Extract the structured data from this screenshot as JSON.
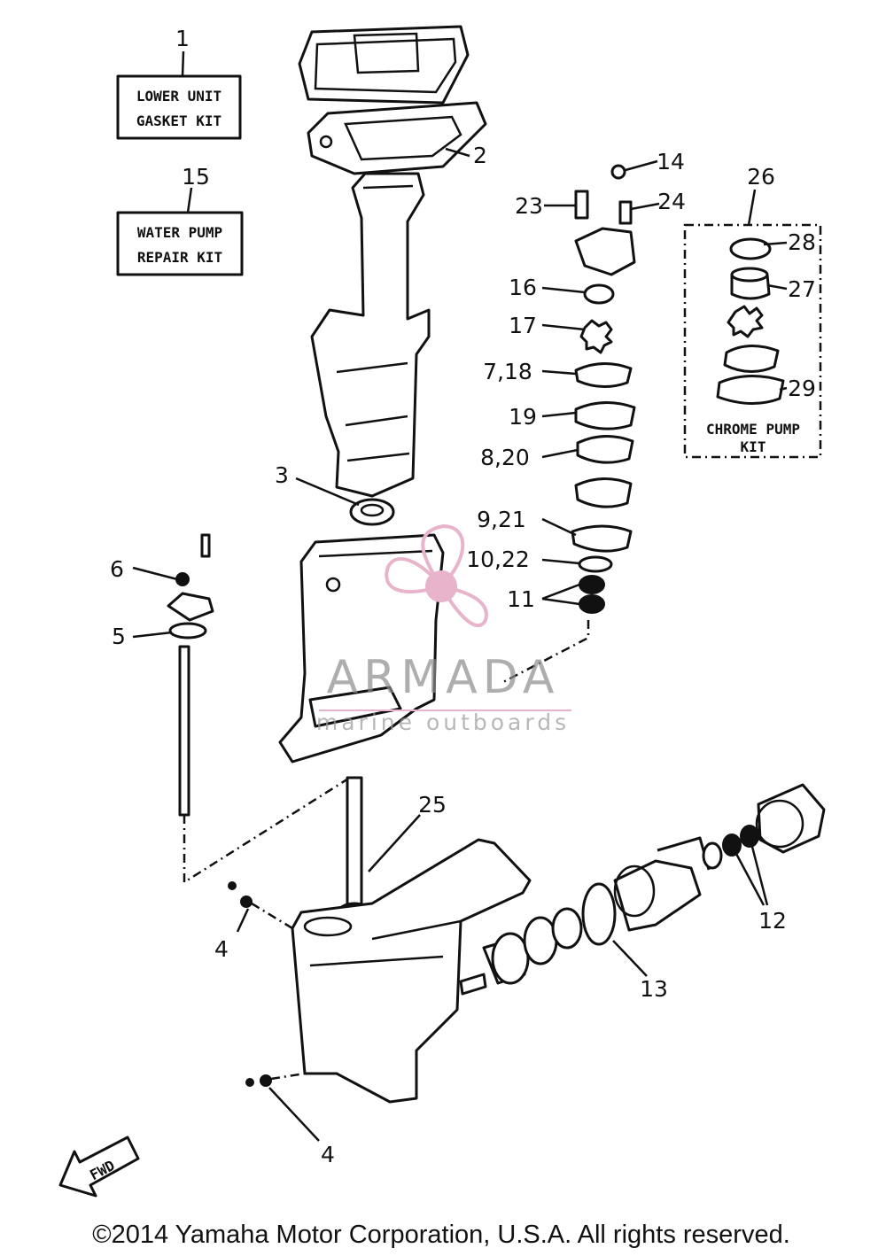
{
  "callouts": {
    "c1": "1",
    "c2": "2",
    "c3": "3",
    "c4a": "4",
    "c4b": "4",
    "c5": "5",
    "c6": "6",
    "c7_18": "7,18",
    "c8_20": "8,20",
    "c9_21": "9,21",
    "c10_22": "10,22",
    "c11": "11",
    "c12": "12",
    "c13": "13",
    "c14": "14",
    "c15": "15",
    "c16": "16",
    "c17": "17",
    "c19": "19",
    "c23": "23",
    "c24": "24",
    "c25": "25",
    "c26": "26",
    "c27": "27",
    "c28": "28",
    "c29": "29"
  },
  "kits": {
    "lower_unit_gasket_line1": "LOWER UNIT",
    "lower_unit_gasket_line2": "GASKET KIT",
    "water_pump_line1": "WATER PUMP",
    "water_pump_line2": "REPAIR KIT",
    "chrome_pump_line1": "CHROME PUMP",
    "chrome_pump_line2": "KIT"
  },
  "direction_label": "FWD",
  "watermark": {
    "brand": "ARMADA",
    "tagline": "marine outboards",
    "logo_color": "#e8b4cb"
  },
  "copyright": "©2014 Yamaha Motor Corporation, U.S.A. All rights reserved."
}
